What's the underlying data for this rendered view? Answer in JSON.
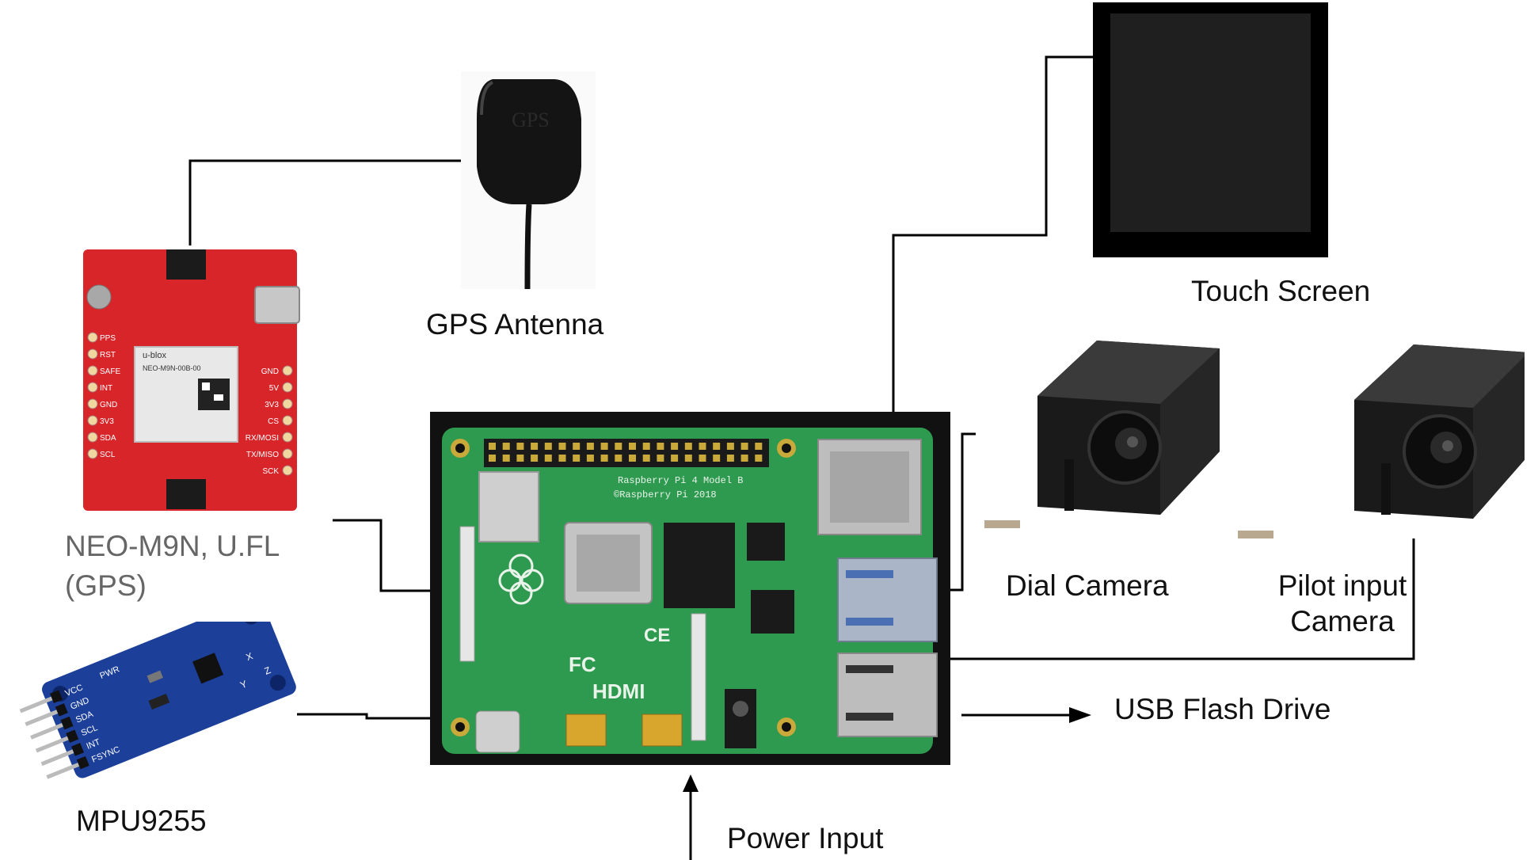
{
  "labels": {
    "gps_antenna": "GPS Antenna",
    "gps_module_line1": "NEO-M9N, U.FL",
    "gps_module_line2": "(GPS)",
    "imu": "MPU9255",
    "touch_screen": "Touch Screen",
    "dial_camera": "Dial Camera",
    "pilot_camera_line1": "Pilot input",
    "pilot_camera_line2": "Camera",
    "usb_flash": "USB Flash Drive",
    "power_input": "Power Input"
  },
  "component_text": {
    "antenna_print": "GPS",
    "rpi_model": "Raspberry Pi 4 Model B",
    "rpi_copyright": "©Raspberry Pi 2018",
    "rpi_hdmi": "HDMI",
    "rpi_fc": "FC",
    "rpi_ce": "CE",
    "gps_chip_brand": "u-blox",
    "gps_chip_model": "NEO-M9N-00B-00",
    "gps_pins_left": [
      "PPS",
      "RST",
      "SAFE",
      "INT",
      "GND",
      "3V3",
      "SDA",
      "SCL"
    ],
    "gps_pins_right": [
      "GND",
      "5V",
      "3V3",
      "CS",
      "RX/MOSI",
      "TX/MISO",
      "SCK"
    ],
    "imu_pins": [
      "VCC",
      "GND",
      "SDA",
      "SCL",
      "INT",
      "FSYNC"
    ],
    "imu_pwr": "PWR",
    "imu_x": "X",
    "imu_y": "Y",
    "imu_z": "Z"
  },
  "colors": {
    "wire": "#000000",
    "gps_board": "#d8252a",
    "imu_board": "#1c3f9a",
    "rpi_board": "#2e9a4f",
    "screen_bezel": "#000000",
    "screen_panel": "#1f1f1f",
    "label_grey": "#666666"
  }
}
